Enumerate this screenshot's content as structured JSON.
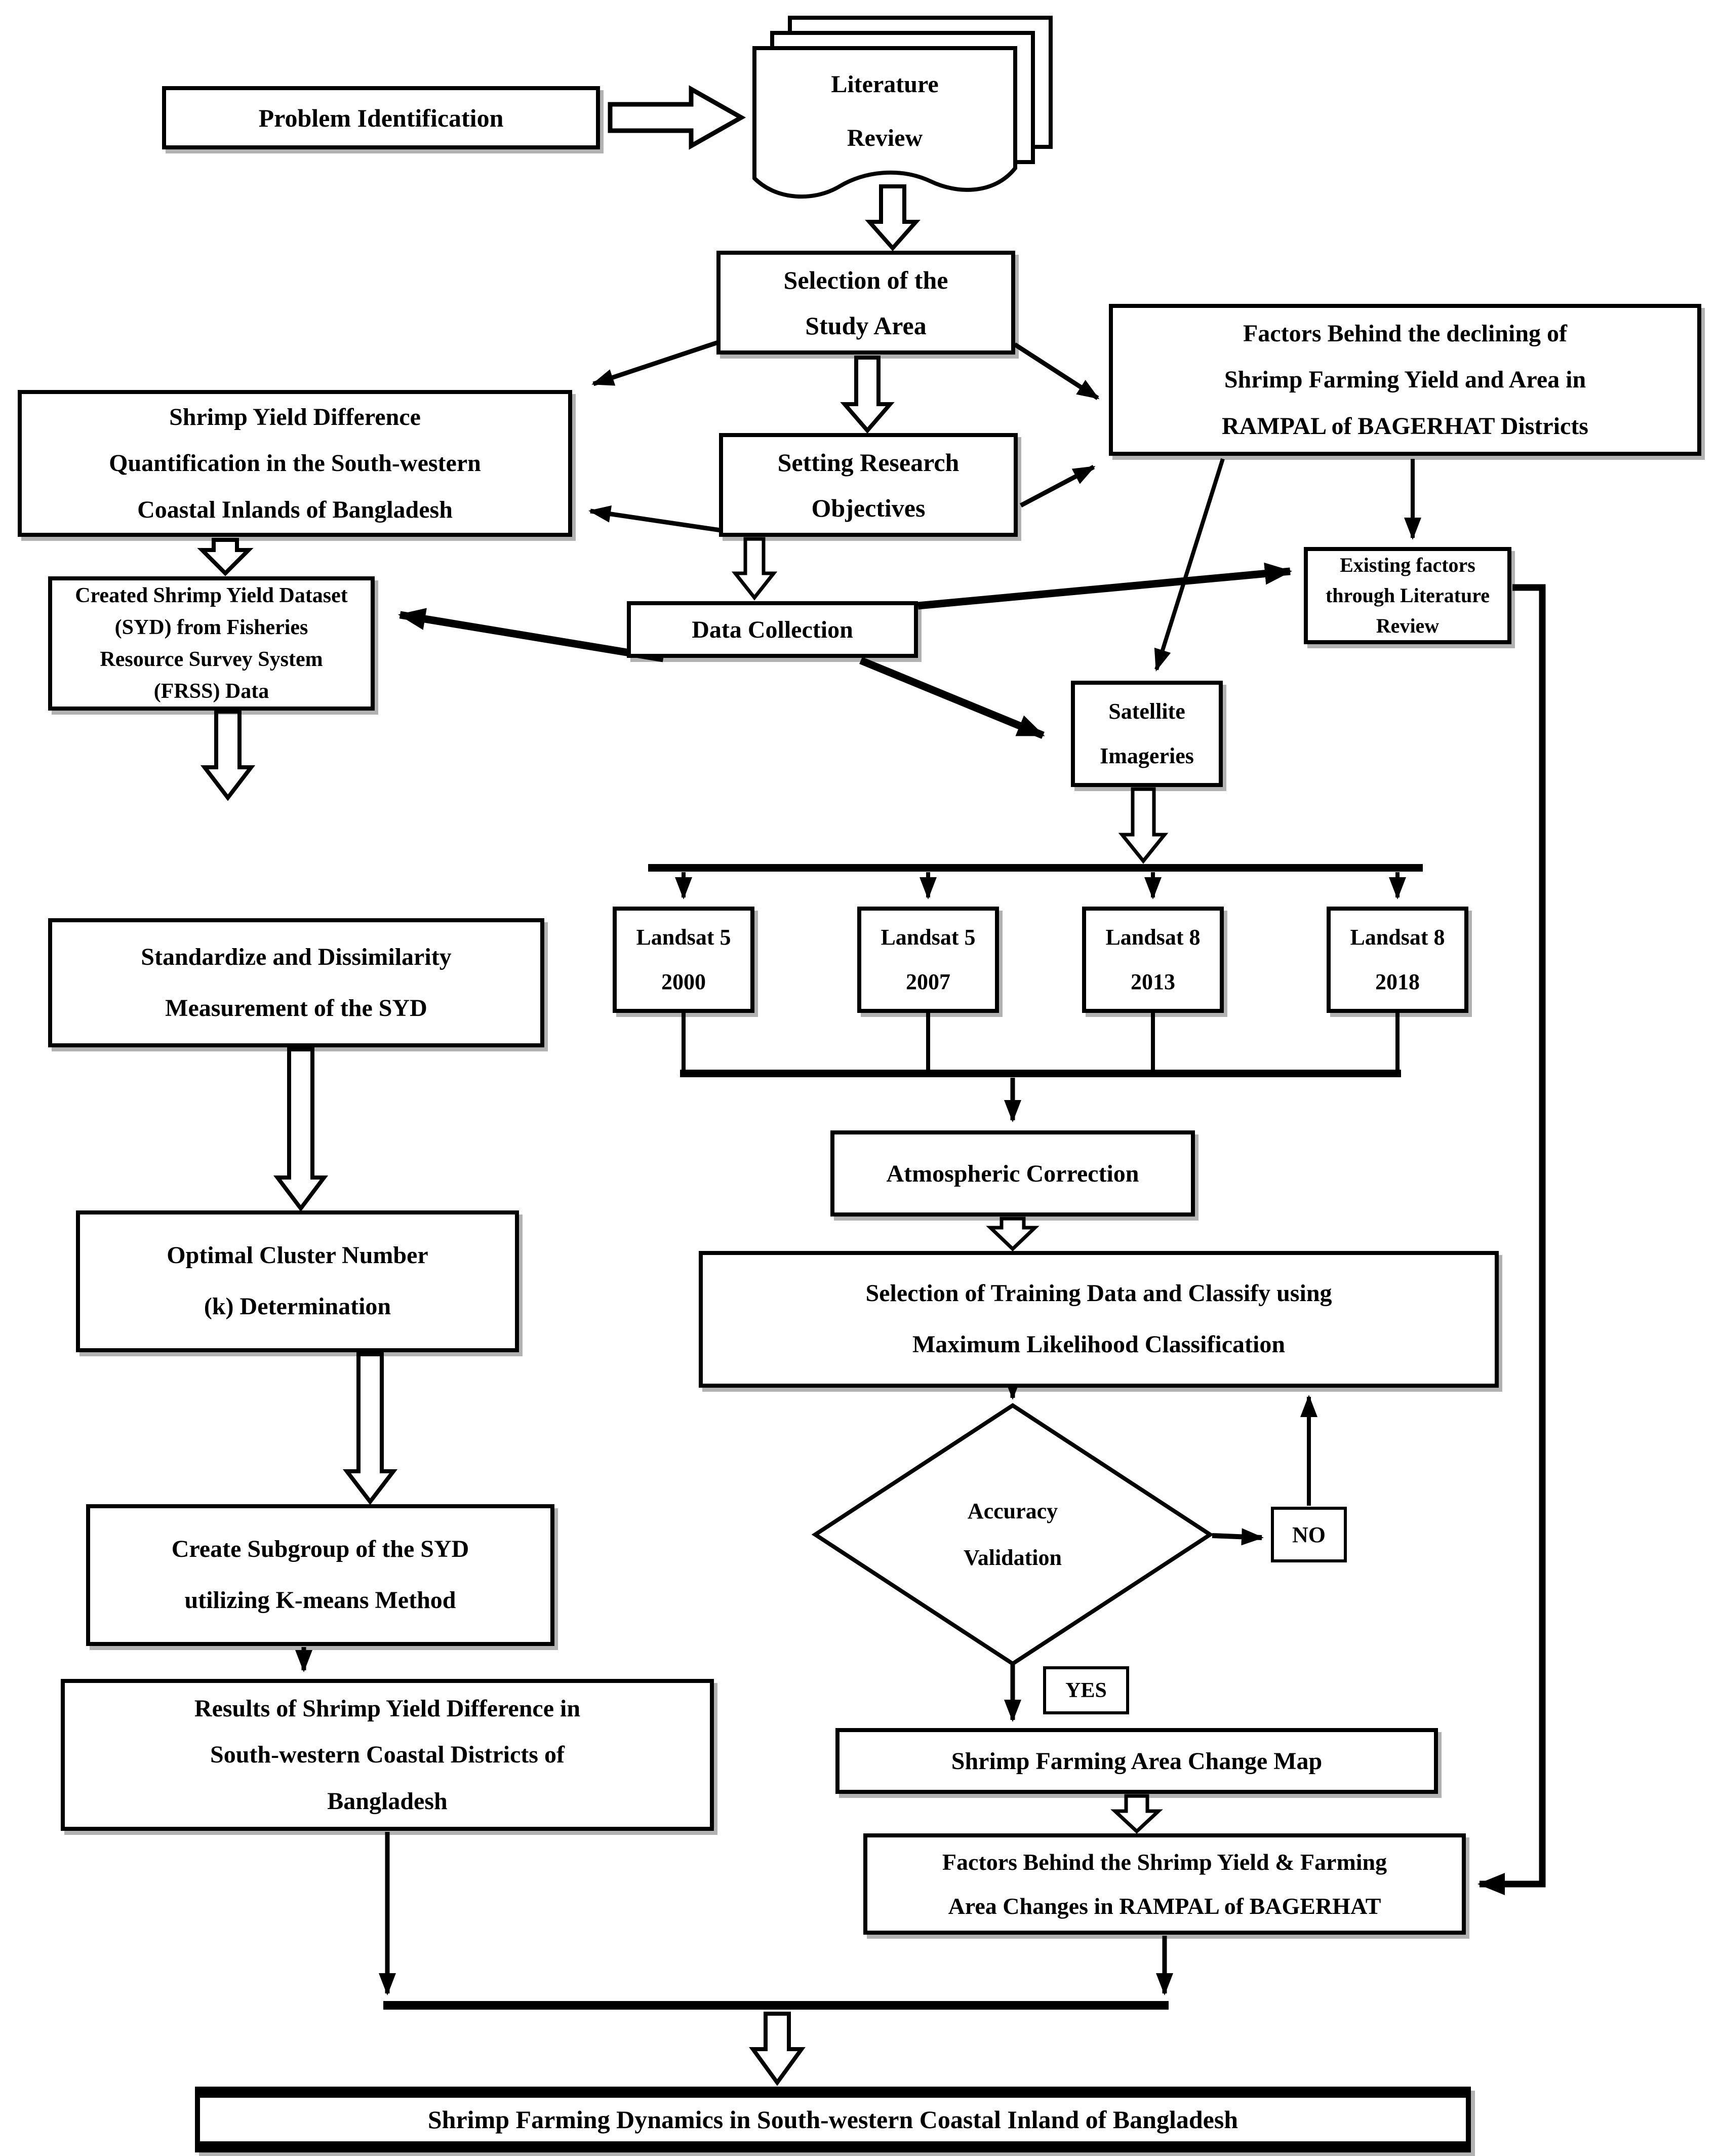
{
  "colors": {
    "ink": "#000000",
    "paper": "#ffffff"
  },
  "nodes": {
    "problem": {
      "label": "Problem Identification"
    },
    "literature": {
      "label": "Literature\nReview"
    },
    "selection": {
      "label": "Selection of the\nStudy Area"
    },
    "quantification": {
      "label": "Shrimp Yield Difference\nQuantification in the South-western\nCoastal Inlands of Bangladesh"
    },
    "factors_declining": {
      "label": "Factors Behind the declining of\nShrimp Farming Yield and Area in\nRAMPAL of BAGERHAT Districts"
    },
    "setting": {
      "label": "Setting Research\nObjectives"
    },
    "data_collection": {
      "label": "Data Collection"
    },
    "existing_factors": {
      "label": "Existing factors\nthrough Literature\nReview"
    },
    "created_syd": {
      "label": "Created Shrimp Yield Dataset\n(SYD) from Fisheries\nResource Survey System\n(FRSS) Data"
    },
    "satellite": {
      "label": "Satellite\nImageries"
    },
    "landsat_2000": {
      "label": "Landsat 5\n2000"
    },
    "landsat_2007": {
      "label": "Landsat 5\n2007"
    },
    "landsat_2013": {
      "label": "Landsat 8\n2013"
    },
    "landsat_2018": {
      "label": "Landsat 8\n2018"
    },
    "standardize": {
      "label": "Standardize and Dissimilarity\nMeasurement of the SYD"
    },
    "optimal_k": {
      "label": "Optimal Cluster Number\n(k) Determination"
    },
    "subgroup": {
      "label": "Create Subgroup of the SYD\nutilizing K-means Method"
    },
    "results": {
      "label": "Results of Shrimp Yield Difference in\nSouth-western Coastal Districts of\nBangladesh"
    },
    "atmospheric": {
      "label": "Atmospheric Correction"
    },
    "training": {
      "label": "Selection of Training Data and Classify using\nMaximum Likelihood Classification"
    },
    "accuracy": {
      "label": "Accuracy\nValidation"
    },
    "no": {
      "label": "NO"
    },
    "yes": {
      "label": "YES"
    },
    "change_map": {
      "label": "Shrimp Farming Area Change Map"
    },
    "factors_changes": {
      "label": "Factors Behind the Shrimp Yield & Farming\nArea Changes in RAMPAL of BAGERHAT"
    },
    "final": {
      "label": "Shrimp Farming Dynamics in South-western Coastal Inland of Bangladesh"
    }
  },
  "edges": [
    {
      "from": "problem",
      "to": "literature"
    },
    {
      "from": "literature",
      "to": "selection"
    },
    {
      "from": "selection",
      "to": "quantification"
    },
    {
      "from": "selection",
      "to": "factors_declining"
    },
    {
      "from": "selection",
      "to": "setting"
    },
    {
      "from": "setting",
      "to": "quantification"
    },
    {
      "from": "setting",
      "to": "factors_declining"
    },
    {
      "from": "setting",
      "to": "data_collection"
    },
    {
      "from": "data_collection",
      "to": "created_syd"
    },
    {
      "from": "data_collection",
      "to": "existing_factors"
    },
    {
      "from": "data_collection",
      "to": "satellite"
    },
    {
      "from": "factors_declining",
      "to": "satellite"
    },
    {
      "from": "factors_declining",
      "to": "existing_factors"
    },
    {
      "from": "quantification",
      "to": "created_syd"
    },
    {
      "from": "created_syd",
      "to": "standardize"
    },
    {
      "from": "standardize",
      "to": "optimal_k"
    },
    {
      "from": "optimal_k",
      "to": "subgroup"
    },
    {
      "from": "subgroup",
      "to": "results"
    },
    {
      "from": "satellite",
      "to": "landsat_2000"
    },
    {
      "from": "satellite",
      "to": "landsat_2007"
    },
    {
      "from": "satellite",
      "to": "landsat_2013"
    },
    {
      "from": "satellite",
      "to": "landsat_2018"
    },
    {
      "from": "landsat_2000",
      "to": "atmospheric"
    },
    {
      "from": "landsat_2007",
      "to": "atmospheric"
    },
    {
      "from": "landsat_2013",
      "to": "atmospheric"
    },
    {
      "from": "landsat_2018",
      "to": "atmospheric"
    },
    {
      "from": "atmospheric",
      "to": "training"
    },
    {
      "from": "training",
      "to": "accuracy"
    },
    {
      "from": "accuracy",
      "to": "no"
    },
    {
      "from": "no",
      "to": "training"
    },
    {
      "from": "accuracy",
      "to": "change_map",
      "via": "yes"
    },
    {
      "from": "change_map",
      "to": "factors_changes"
    },
    {
      "from": "existing_factors",
      "to": "factors_changes"
    },
    {
      "from": "results",
      "to": "final"
    },
    {
      "from": "factors_changes",
      "to": "final"
    }
  ]
}
